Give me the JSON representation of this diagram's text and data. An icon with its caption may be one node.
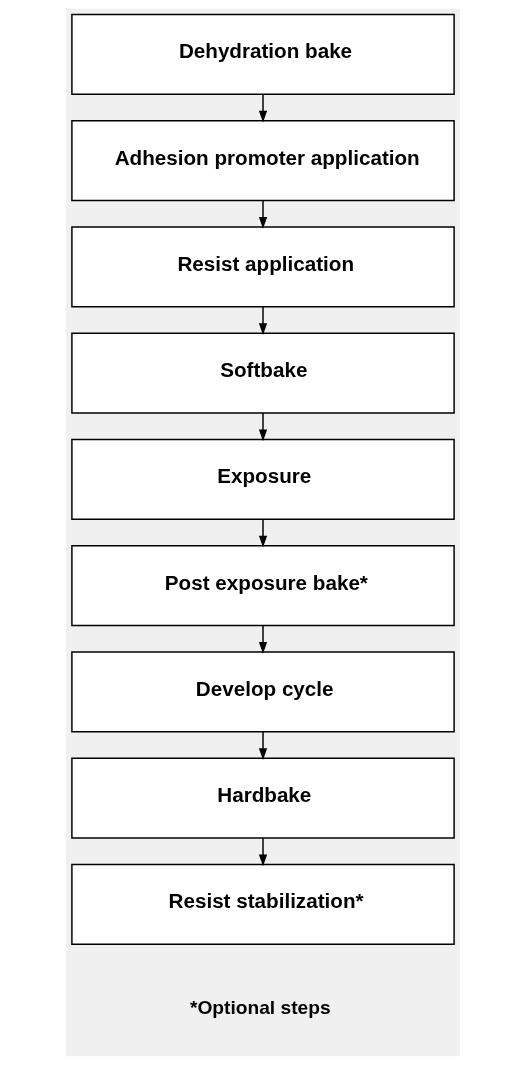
{
  "diagram": {
    "nodes": [
      {
        "text": [
          "Dehydration bake"
        ]
      },
      {
        "text": [
          "Adhesion promoter application"
        ]
      },
      {
        "text": [
          "Resist application"
        ]
      },
      {
        "text": [
          "Softbake"
        ]
      },
      {
        "text": [
          "Exposure"
        ]
      },
      {
        "text": [
          "Post exposure bake*"
        ]
      },
      {
        "text": [
          "Develop cycle"
        ]
      },
      {
        "text": [
          "Hardbake"
        ]
      },
      {
        "text": [
          "Resist stabilization*"
        ]
      }
    ],
    "edges": [
      {
        "from": 0,
        "to": 1,
        "arrow": "to"
      },
      {
        "from": 1,
        "to": 2,
        "arrow": "to"
      },
      {
        "from": 2,
        "to": 3,
        "arrow": "to"
      },
      {
        "from": 3,
        "to": 4,
        "arrow": "to"
      },
      {
        "from": 4,
        "to": 5,
        "arrow": "to"
      },
      {
        "from": 5,
        "to": 6,
        "arrow": "to"
      },
      {
        "from": 6,
        "to": 7,
        "arrow": "to"
      },
      {
        "from": 7,
        "to": 8,
        "arrow": "to"
      }
    ],
    "labels": [
      "*Optional steps"
    ]
  }
}
